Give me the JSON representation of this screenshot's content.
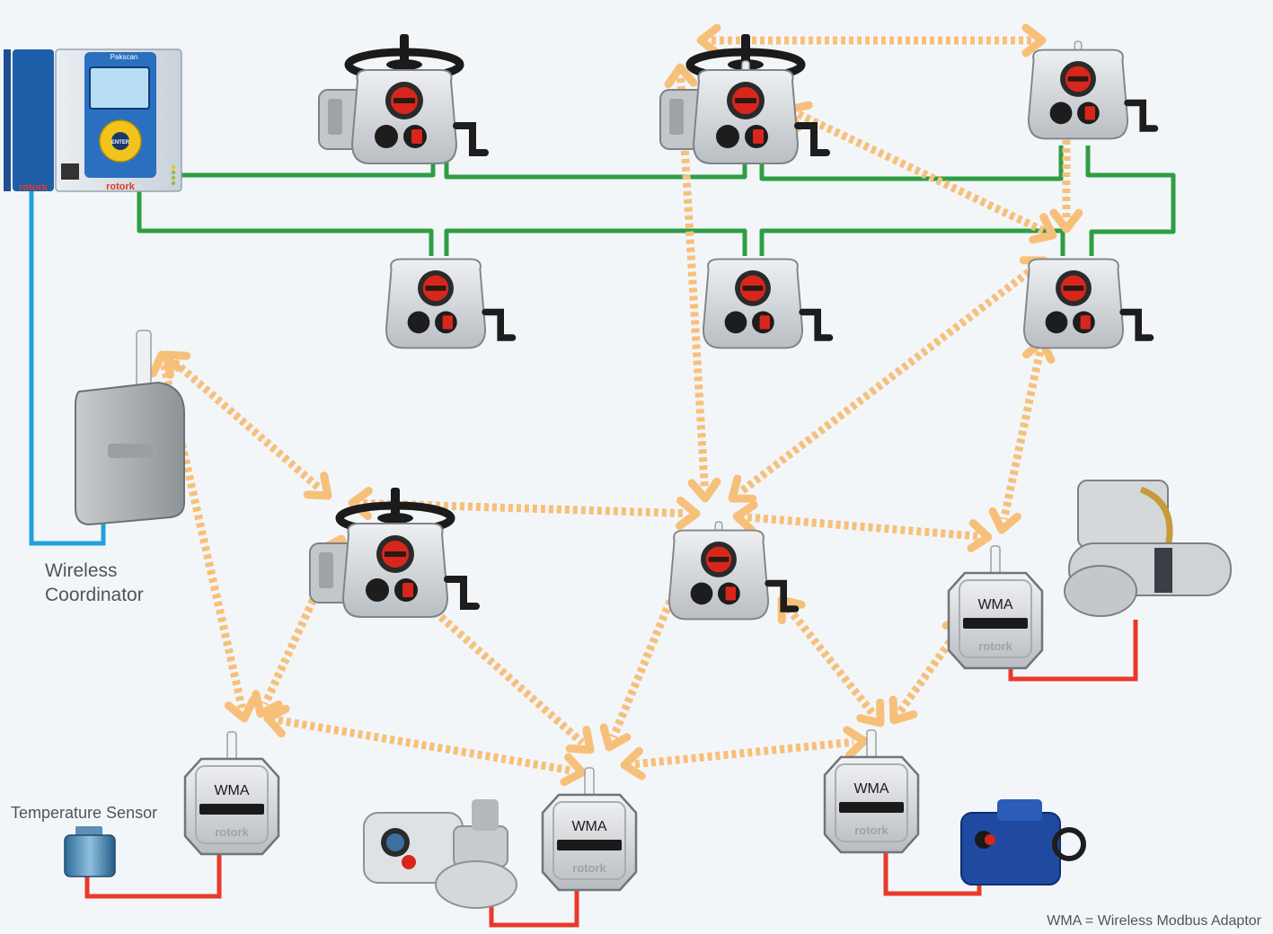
{
  "diagram": {
    "labels": {
      "coordinator": [
        "Wireless",
        "Coordinator"
      ],
      "temperature_sensor": "Temperature Sensor",
      "footnote": "WMA = Wireless Modbus Adaptor"
    },
    "devices": {
      "controller_brand": "rotork",
      "controller_screen": "Pakscan",
      "controller_center_button": "ENTER",
      "wma_label": "WMA",
      "wma_brand": "rotork"
    },
    "colors": {
      "wired_bus": "#2e9e44",
      "coordinator_cable": "#1ea3dc",
      "sensor_wire": "#e8392a",
      "wireless_link": "#f7c07a",
      "actuator_body": "#d7dadd",
      "actuator_red": "#d9261c",
      "panel_blue": "#1e5ea8",
      "controller_yellow": "#f2c31a",
      "blue_actuator": "#1f4aa0"
    }
  }
}
